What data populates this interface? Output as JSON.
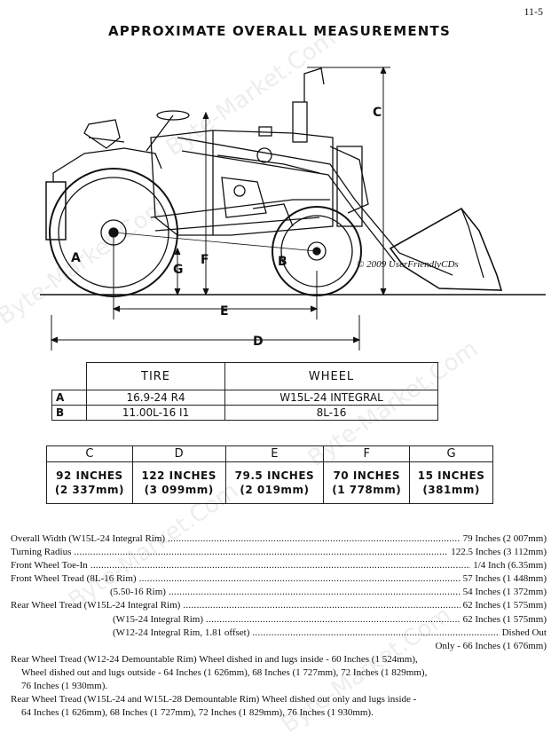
{
  "page_number": "11-5",
  "title": "APPROXIMATE OVERALL MEASUREMENTS",
  "diagram": {
    "labels": [
      "A",
      "B",
      "C",
      "D",
      "E",
      "F",
      "G"
    ],
    "copyright": "© 2009 UserFriendlyCDs"
  },
  "tire_table": {
    "headers": [
      "TIRE",
      "WHEEL"
    ],
    "rows": [
      {
        "label": "A",
        "tire": "16.9-24 R4",
        "wheel": "W15L-24 INTEGRAL"
      },
      {
        "label": "B",
        "tire": "11.00L-16 I1",
        "wheel": "8L-16"
      }
    ]
  },
  "dimension_table": {
    "columns": [
      {
        "label": "C",
        "inches": "92 INCHES",
        "mm": "(2 337mm)"
      },
      {
        "label": "D",
        "inches": "122 INCHES",
        "mm": "(3 099mm)"
      },
      {
        "label": "E",
        "inches": "79.5 INCHES",
        "mm": "(2 019mm)"
      },
      {
        "label": "F",
        "inches": "70 INCHES",
        "mm": "(1 778mm)"
      },
      {
        "label": "G",
        "inches": "15 INCHES",
        "mm": "(381mm)"
      }
    ]
  },
  "specs": {
    "overall_width": {
      "label": "Overall Width (W15L-24 Integral Rim)",
      "value": "79 Inches (2 007mm)"
    },
    "turning_radius": {
      "label": "Turning Radius",
      "value": "122.5 Inches (3 112mm)"
    },
    "toe_in": {
      "label": "Front Wheel Toe-In",
      "value": "1/4 Inch (6.35mm)"
    },
    "front_tread_1": {
      "label": "Front Wheel Tread (8L-16 Rim)",
      "value": "57 Inches (1 448mm)"
    },
    "front_tread_2": {
      "label": "(5.50-16 Rim)",
      "value": "54 Inches (1 372mm)"
    },
    "rear_tread_1": {
      "label": "Rear Wheel Tread (W15L-24 Integral Rim)",
      "value": "62 Inches (1 575mm)"
    },
    "rear_tread_2": {
      "label": "(W15-24 Integral Rim)",
      "value": "62 Inches (1 575mm)"
    },
    "rear_tread_3": {
      "label": "(W12-24 Integral Rim, 1.81 offset)",
      "value": "Dished Out"
    },
    "rear_tread_3b": "Only - 66 Inches (1 676mm)",
    "rear_tread_w12_a": "Rear Wheel Tread (W12-24 Demountable Rim) Wheel dished in and lugs inside - 60 Inches (1 524mm),",
    "rear_tread_w12_b": "Wheel dished out and lugs outside - 64 Inches (1 626mm), 68 Inches (1 727mm), 72 Inches (1 829mm),",
    "rear_tread_w12_c": "76 Inches (1 930mm).",
    "rear_tread_w15_a": "Rear Wheel Tread (W15L-24 and W15L-28 Demountable Rim) Wheel dished out only and lugs inside -",
    "rear_tread_w15_b": "64 Inches (1 626mm), 68 Inches (1 727mm), 72 Inches (1 829mm), 76 Inches (1 930mm)."
  },
  "watermark": "Byte-Market.Com"
}
